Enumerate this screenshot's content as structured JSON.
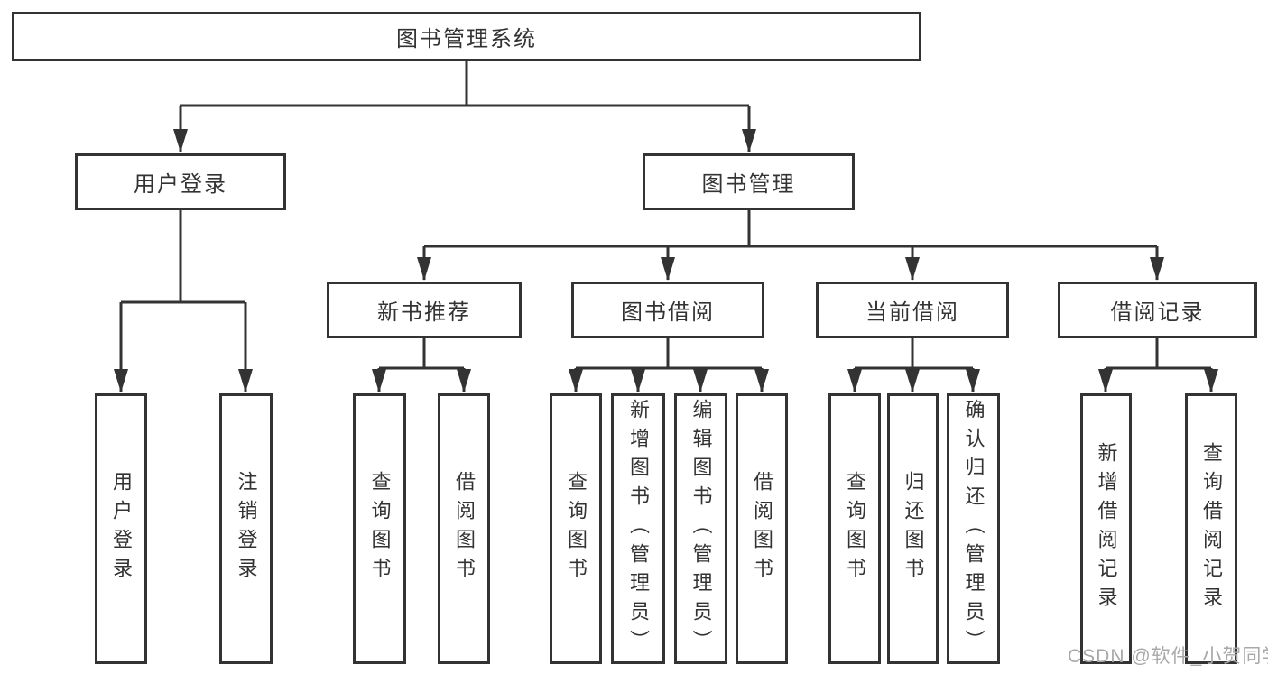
{
  "nodes": {
    "root": "图书管理系统",
    "user_login": "用户登录",
    "book_mgmt": "图书管理",
    "user_login_children": [
      "用户登录",
      "注销登录"
    ],
    "sections": [
      "新书推荐",
      "图书借阅",
      "当前借阅",
      "借阅记录"
    ],
    "new_book_children": [
      "查询图书",
      "借阅图书"
    ],
    "book_borrow_children": [
      "查询图书",
      "新增图书（管理员）",
      "编辑图书（管理员）",
      "借阅图书"
    ],
    "current_borrow_children": [
      "查询图书",
      "归还图书",
      "确认归还（管理员）"
    ],
    "record_children": [
      "新增借阅记录",
      "查询借阅记录"
    ]
  },
  "watermark": "CSDN @软件_小贺同学",
  "colors": {
    "line": "#333333",
    "background": "#ffffff",
    "watermark": "#a8a8a8"
  }
}
